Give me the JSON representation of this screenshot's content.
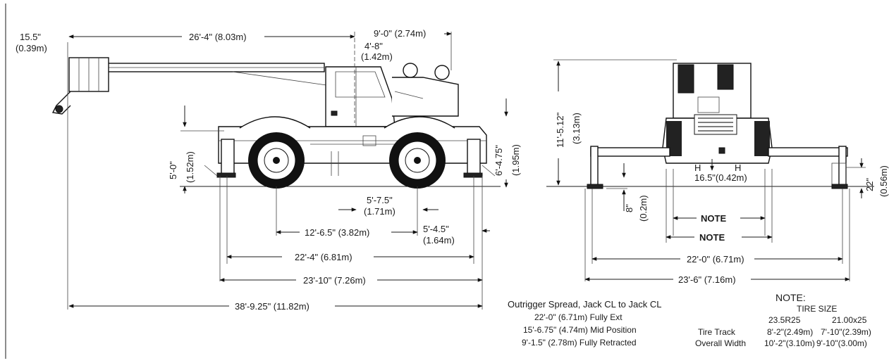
{
  "side_view": {
    "dims": {
      "head_offset": "15.5\"",
      "head_offset_m": "(0.39m)",
      "boom_length": "26'-4\" (8.03m)",
      "cab_width": "9'-0\" (2.74m)",
      "cab_offset": "4'-8\"",
      "cab_offset_m": "(1.42m)",
      "deck_height": "5'-0\"",
      "deck_height_m": "(1.52m)",
      "cab_height": "6'-4.75\"",
      "cab_height_m": "(1.95m)",
      "axle_offset": "5'-7.5\"",
      "axle_offset_m": "(1.71m)",
      "wheelbase": "12'-6.5\" (3.82m)",
      "rear_overhang": "5'-4.5\"",
      "rear_overhang_m": "(1.64m)",
      "outrigger_base": "22'-4\" (6.81m)",
      "overall_carrier": "23'-10\" (7.26m)",
      "overall_length": "38'-9.25\" (11.82m)"
    }
  },
  "front_view": {
    "dims": {
      "overall_height": "11'-5.12\"",
      "overall_height_m": "(3.13m)",
      "ground_clearance": "16.5\"(0.42m)",
      "jack_stroke": "8\"",
      "jack_stroke_m": "(0.2m)",
      "pad_height": "22\"",
      "pad_height_m": "(0.56m)",
      "note_1": "NOTE",
      "note_2": "NOTE",
      "spread": "22'-0\" (6.71m)",
      "spread_overall": "23'-6\" (7.16m)"
    }
  },
  "outrigger_spread": {
    "title": "Outrigger Spread, Jack CL to Jack CL",
    "lines": [
      "22'-0\" (6.71m) Fully Ext",
      "15'-6.75\" (4.74m) Mid Position",
      "9'-1.5\" (2.78m) Fully Retracted"
    ]
  },
  "note_table": {
    "title": "NOTE:",
    "subtitle": "TIRE SIZE",
    "col1": "23.5R25",
    "col2": "21.00x25",
    "rows": [
      {
        "label": "Tire Track",
        "c1": "8'-2\"(2.49m)",
        "c2": "7'-10\"(2.39m)"
      },
      {
        "label": "Overall Width",
        "c1": "10'-2\"(3.10m)",
        "c2": "9'-10\"(3.00m)"
      }
    ]
  }
}
